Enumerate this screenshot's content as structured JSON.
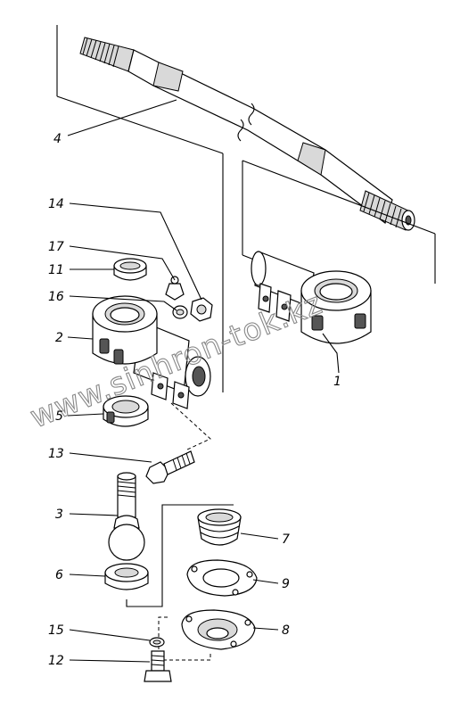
{
  "watermark": "www.sinhron-tok.kz",
  "callouts": [
    {
      "id": "4",
      "label": "4"
    },
    {
      "id": "14",
      "label": "14"
    },
    {
      "id": "17",
      "label": "17"
    },
    {
      "id": "11",
      "label": "11"
    },
    {
      "id": "16",
      "label": "16"
    },
    {
      "id": "2",
      "label": "2"
    },
    {
      "id": "1",
      "label": "1"
    },
    {
      "id": "5",
      "label": "5"
    },
    {
      "id": "13",
      "label": "13"
    },
    {
      "id": "3",
      "label": "3"
    },
    {
      "id": "7",
      "label": "7"
    },
    {
      "id": "9",
      "label": "9"
    },
    {
      "id": "6",
      "label": "6"
    },
    {
      "id": "8",
      "label": "8"
    },
    {
      "id": "15",
      "label": "15"
    },
    {
      "id": "12",
      "label": "12"
    }
  ]
}
